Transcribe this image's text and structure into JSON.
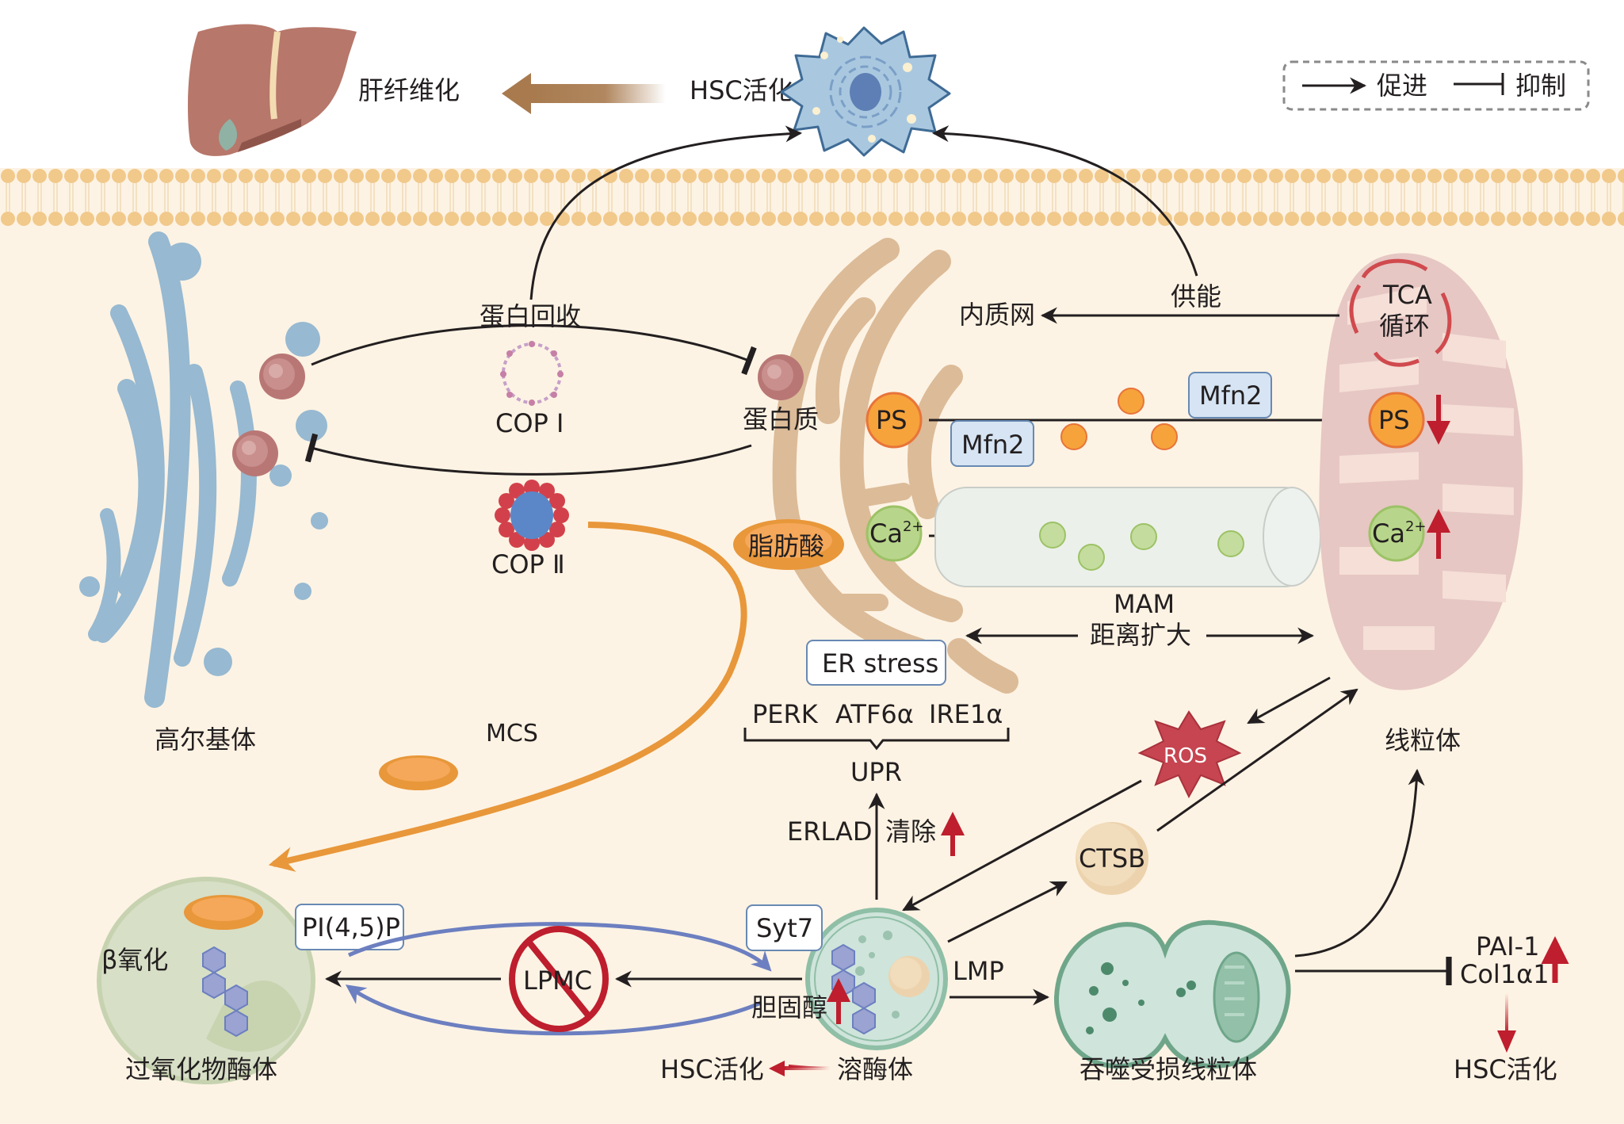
{
  "colors": {
    "cytoplasm": "#fdf3e4",
    "membrane_head": "#f1c98b",
    "golgi": "#97b9d1",
    "er": "#dcbb98",
    "mito": "#e6c7c3",
    "lysosome": "#cfe4db",
    "lysosome_edge": "#6fa68a",
    "peroxisome": "#d7dfc6",
    "orange": "#f6a33b",
    "red_arrow": "#be1e2d",
    "blue_arrow": "#6c7fc0",
    "cop2_coat": "#d2414b",
    "cop2_core": "#5b87c8",
    "mfn2_box": "#d6e4f3",
    "ros": "#c64550",
    "ctsb": "#ecd3ad",
    "ca": "#b8d68b"
  },
  "legend": {
    "promote_label": "促进",
    "inhibit_label": "抑制"
  },
  "top": {
    "liver_fibrosis": "肝纤维化",
    "hsc_activation": "HSC活化"
  },
  "golgi": {
    "label": "高尔基体",
    "protein_recycling": "蛋白回收",
    "cop1": "COP Ⅰ",
    "cop2": "COP Ⅱ",
    "mcs": "MCS"
  },
  "er": {
    "label": "内质网",
    "protein": "蛋白质",
    "fatty_acid": "脂肪酸",
    "ps": "PS",
    "ca": "Ca",
    "ca_sup": "2+",
    "mfn2_a": "Mfn2",
    "mfn2_b": "Mfn2",
    "mam": "MAM",
    "distance_expansion": "距离扩大",
    "er_stress": "ER stress",
    "upr_branches": [
      "PERK",
      "ATF6α",
      "IRE1α"
    ],
    "upr": "UPR",
    "erlad": "ERLAD",
    "clearance": "清除"
  },
  "mito": {
    "label": "线粒体",
    "energy_supply": "供能",
    "tca_line1": "TCA",
    "tca_line2": "循环",
    "ps": "PS",
    "ca": "Ca",
    "ca_sup": "2+",
    "ros": "ROS",
    "ctsb": "CTSB"
  },
  "peroxisome": {
    "label": "过氧化物酶体",
    "beta_oxidation": "β氧化",
    "pip2": "PI(4,5)P",
    "lpmc": "LPMC"
  },
  "lysosome": {
    "label": "溶酶体",
    "syt7": "Syt7",
    "cholesterol": "胆固醇",
    "lmp": "LMP",
    "hsc_activation": "HSC活化"
  },
  "mitophagy": {
    "label": "吞噬受损线粒体",
    "pai1": "PAI-1",
    "col1a1": "Col1α1",
    "hsc_activation": "HSC活化"
  }
}
